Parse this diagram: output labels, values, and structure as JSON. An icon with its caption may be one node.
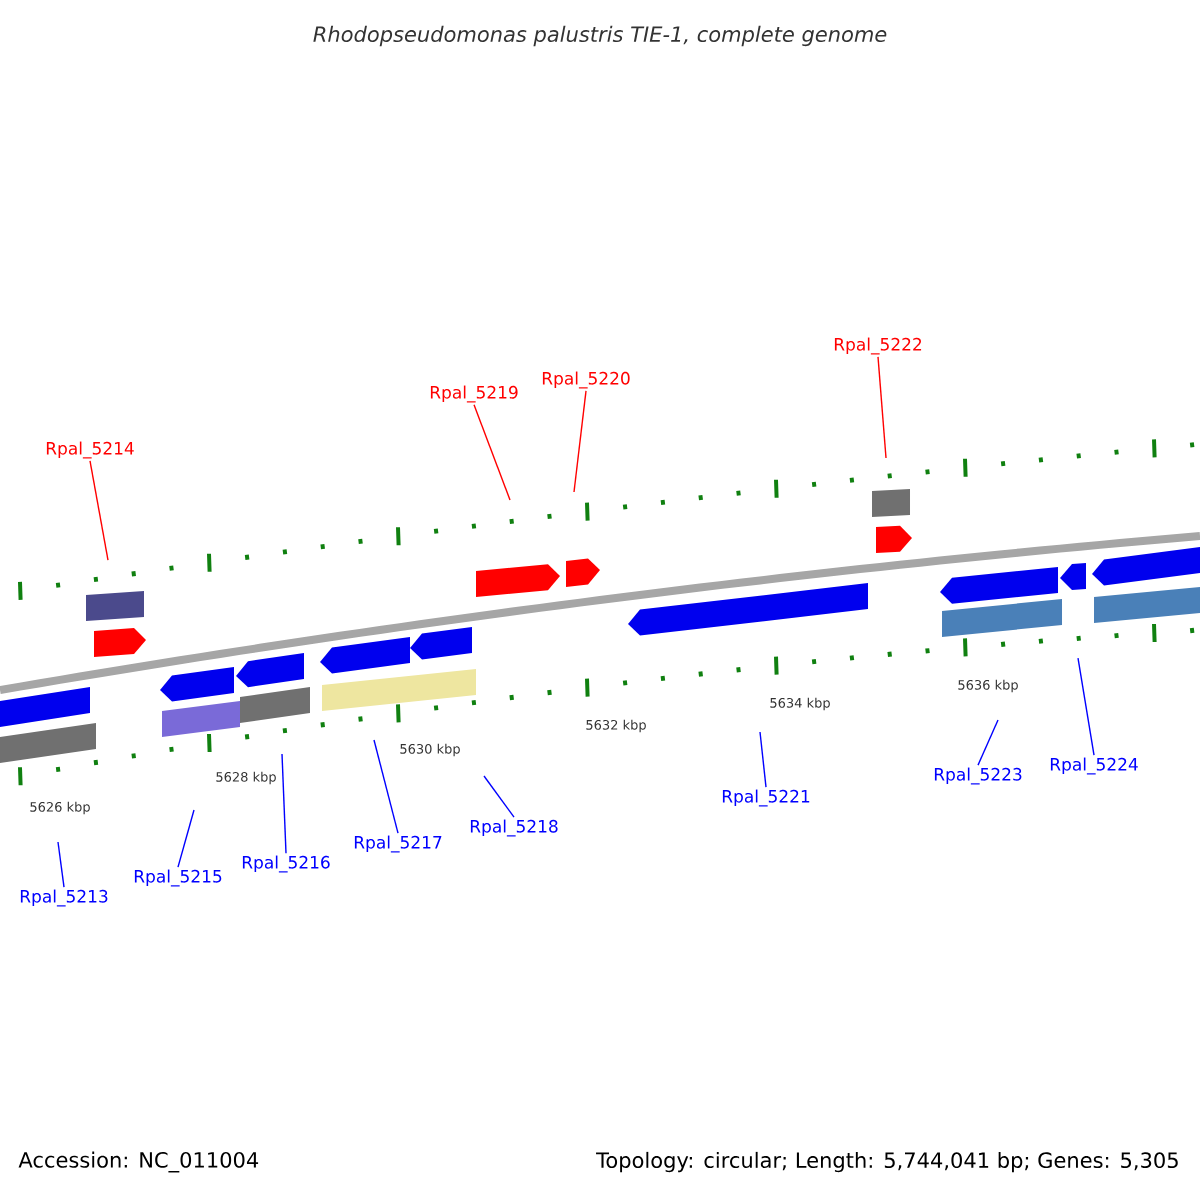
{
  "diagram": {
    "title": "Rhodopseudomonas palustris TIE-1, complete genome",
    "nodes": [
      {
        "text": [
          "Rpal_5214"
        ]
      },
      {
        "text": [
          "Rpal_5219"
        ]
      },
      {
        "text": [
          "Rpal_5220"
        ]
      },
      {
        "text": [
          "Rpal_5222"
        ]
      },
      {
        "text": [
          "Rpal_5213"
        ]
      },
      {
        "text": [
          "Rpal_5215"
        ]
      },
      {
        "text": [
          "Rpal_5216"
        ]
      },
      {
        "text": [
          "Rpal_5217"
        ]
      },
      {
        "text": [
          "Rpal_5218"
        ]
      },
      {
        "text": [
          "Rpal_5221"
        ]
      },
      {
        "text": [
          "Rpal_5223"
        ]
      },
      {
        "text": [
          "Rpal_5224"
        ]
      }
    ],
    "edges": [
      {
        "from": 0,
        "to": null,
        "arrow": "none",
        "color": "#ff0000"
      },
      {
        "from": 1,
        "to": null,
        "arrow": "none",
        "color": "#ff0000"
      },
      {
        "from": 2,
        "to": null,
        "arrow": "none",
        "color": "#ff0000"
      },
      {
        "from": 3,
        "to": null,
        "arrow": "none",
        "color": "#ff0000"
      },
      {
        "from": 4,
        "to": null,
        "arrow": "none"
      },
      {
        "from": 5,
        "to": null,
        "arrow": "none"
      },
      {
        "from": 6,
        "to": null,
        "arrow": "none"
      },
      {
        "from": 7,
        "to": null,
        "arrow": "none"
      },
      {
        "from": 8,
        "to": null,
        "arrow": "none"
      },
      {
        "from": 9,
        "to": null,
        "arrow": "none"
      },
      {
        "from": 10,
        "to": null,
        "arrow": "none"
      },
      {
        "from": 11,
        "to": null,
        "arrow": "none"
      }
    ],
    "labels": [
      "5626 kbp",
      "5628 kbp",
      "5630 kbp",
      "5632 kbp",
      "5634 kbp",
      "5636 kbp",
      "Accession: NC_011004",
      "Topology: circular; Length: 5,744,041 bp; Genes: 5,305"
    ]
  }
}
